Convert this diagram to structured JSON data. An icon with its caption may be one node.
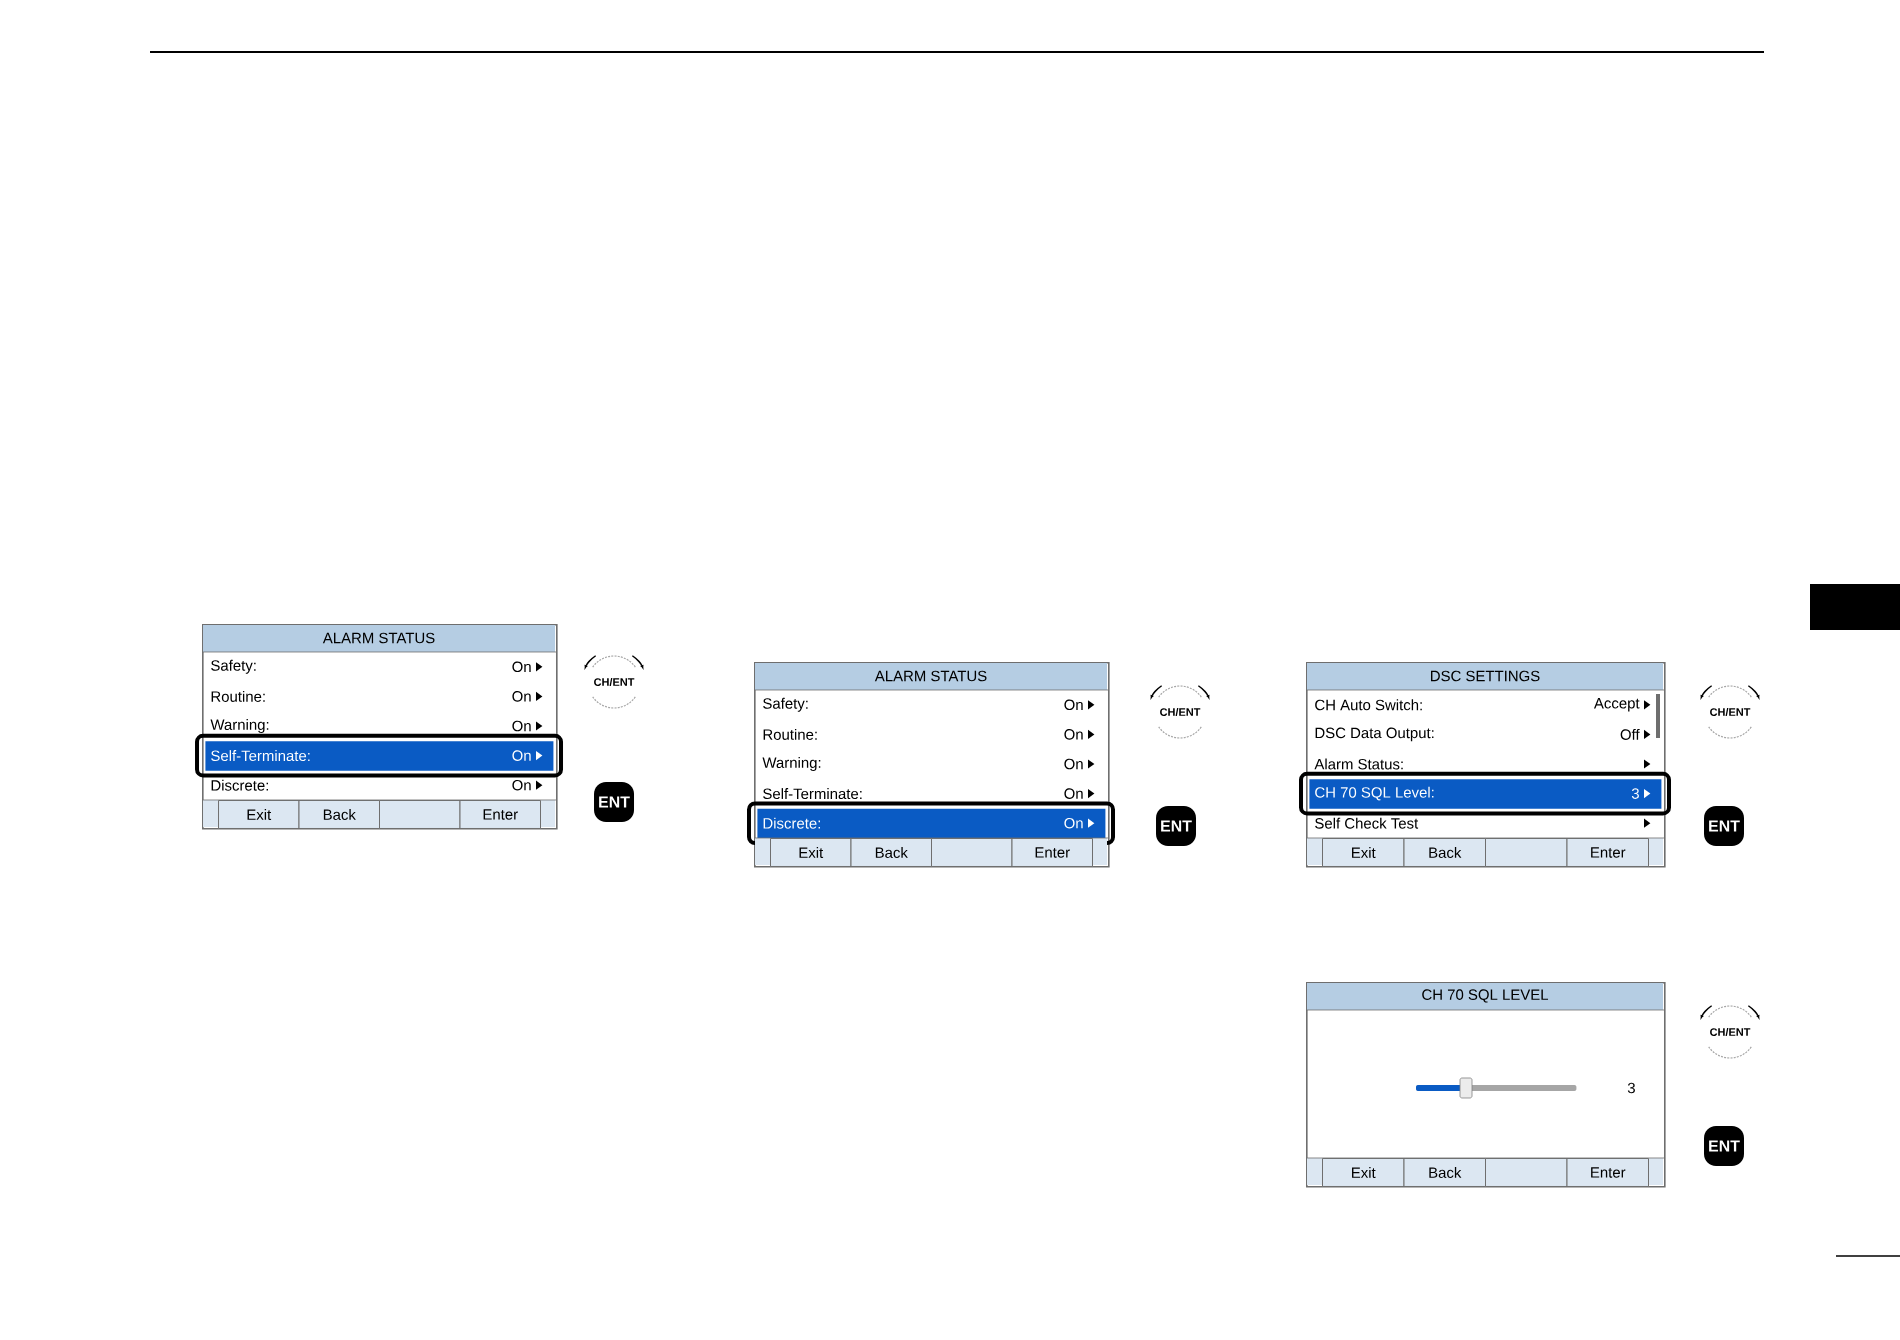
{
  "diagram": {
    "nodes": [
      {
        "text": [
          "ALARM STATUS",
          "Safety:",
          "On",
          "Routine:",
          "On",
          "Warning:",
          "On",
          "Discrete:",
          "On"
        ]
      },
      {
        "in": 0,
        "text": [
          "Self-Terminate:",
          "On"
        ]
      },
      {
        "in": 0,
        "text": [
          "Exit"
        ]
      },
      {
        "in": 0,
        "text": [
          "Back"
        ]
      },
      {
        "in": 0,
        "text": [],
        "shape": "box"
      },
      {
        "in": 0,
        "text": [
          "Enter"
        ]
      },
      {
        "text": [
          "CH/ENT"
        ]
      },
      {
        "text": [
          "ENT"
        ]
      },
      {
        "text": [
          "ALARM STATUS",
          "Safety:",
          "On",
          "Routine:",
          "On",
          "Warning:",
          "On",
          "Self-Terminate:",
          "On"
        ]
      },
      {
        "in": 8,
        "text": [
          "Discrete:",
          "On"
        ]
      },
      {
        "in": 8,
        "text": [
          "Exit"
        ]
      },
      {
        "in": 8,
        "text": [
          "Back"
        ]
      },
      {
        "in": 8,
        "text": [],
        "shape": "box"
      },
      {
        "in": 8,
        "text": [
          "Enter"
        ]
      },
      {
        "text": [
          "CH/ENT"
        ]
      },
      {
        "text": [
          "ENT"
        ]
      },
      {
        "text": [
          "DSC SETTINGS",
          "CH Auto Switch:",
          "Accept",
          "DSC Data Output:",
          "Off",
          "Alarm Status:",
          "Self Check Test"
        ]
      },
      {
        "in": 16,
        "text": [
          "CH 70 SQL Level:",
          "3"
        ]
      },
      {
        "in": 16,
        "text": [
          "Exit"
        ]
      },
      {
        "in": 16,
        "text": [
          "Back"
        ]
      },
      {
        "in": 16,
        "text": [],
        "shape": "box"
      },
      {
        "in": 16,
        "text": [
          "Enter"
        ]
      },
      {
        "text": [
          "CH/ENT"
        ]
      },
      {
        "text": [
          "ENT"
        ]
      },
      {
        "text": [
          "CH 70 SQL LEVEL"
        ]
      },
      {
        "in": 24,
        "text": [],
        "shape": "bar",
        "beside": [
          "3"
        ]
      },
      {
        "in": 24,
        "text": [
          "Exit"
        ]
      },
      {
        "in": 24,
        "text": [
          "Back"
        ]
      },
      {
        "in": 24,
        "text": [],
        "shape": "box"
      },
      {
        "in": 24,
        "text": [
          "Enter"
        ]
      },
      {
        "text": [
          "CH/ENT"
        ]
      },
      {
        "text": [
          "ENT"
        ]
      }
    ]
  }
}
